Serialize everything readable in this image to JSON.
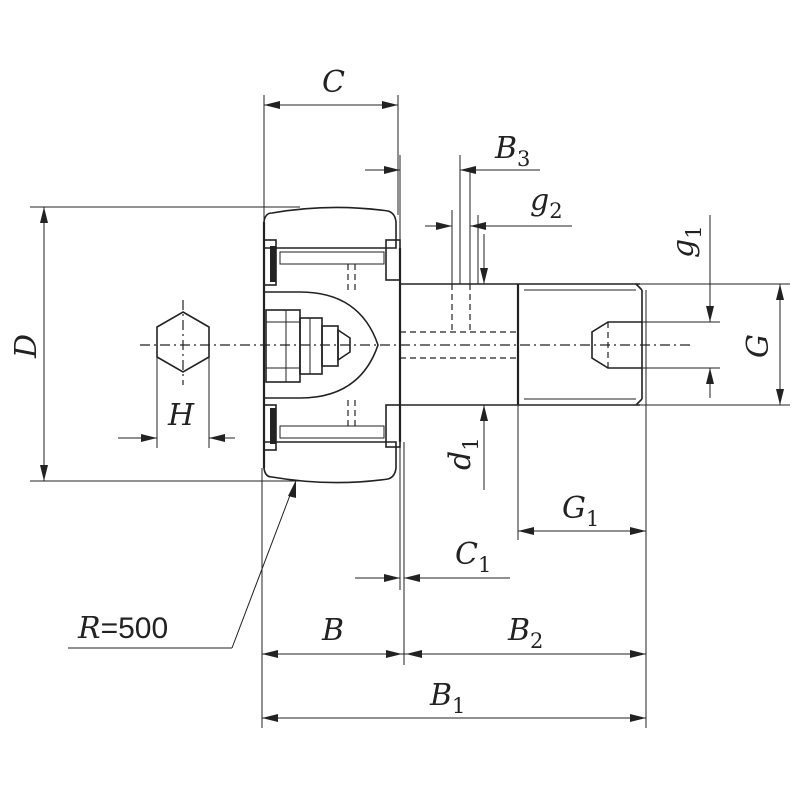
{
  "labels": {
    "C": "C",
    "B3_main": "B",
    "B3_sub": "3",
    "g2_main": "g",
    "g2_sub": "2",
    "g1_main": "g",
    "g1_sub": "1",
    "D": "D",
    "G": "G",
    "H": "H",
    "d1_main": "d",
    "d1_sub": "1",
    "G1_main": "G",
    "G1_sub": "1",
    "C1_main": "C",
    "C1_sub": "1",
    "R_main": "R",
    "R_value": "=500",
    "B": "B",
    "B2_main": "B",
    "B2_sub": "2",
    "B1_main": "B",
    "B1_sub": "1"
  }
}
